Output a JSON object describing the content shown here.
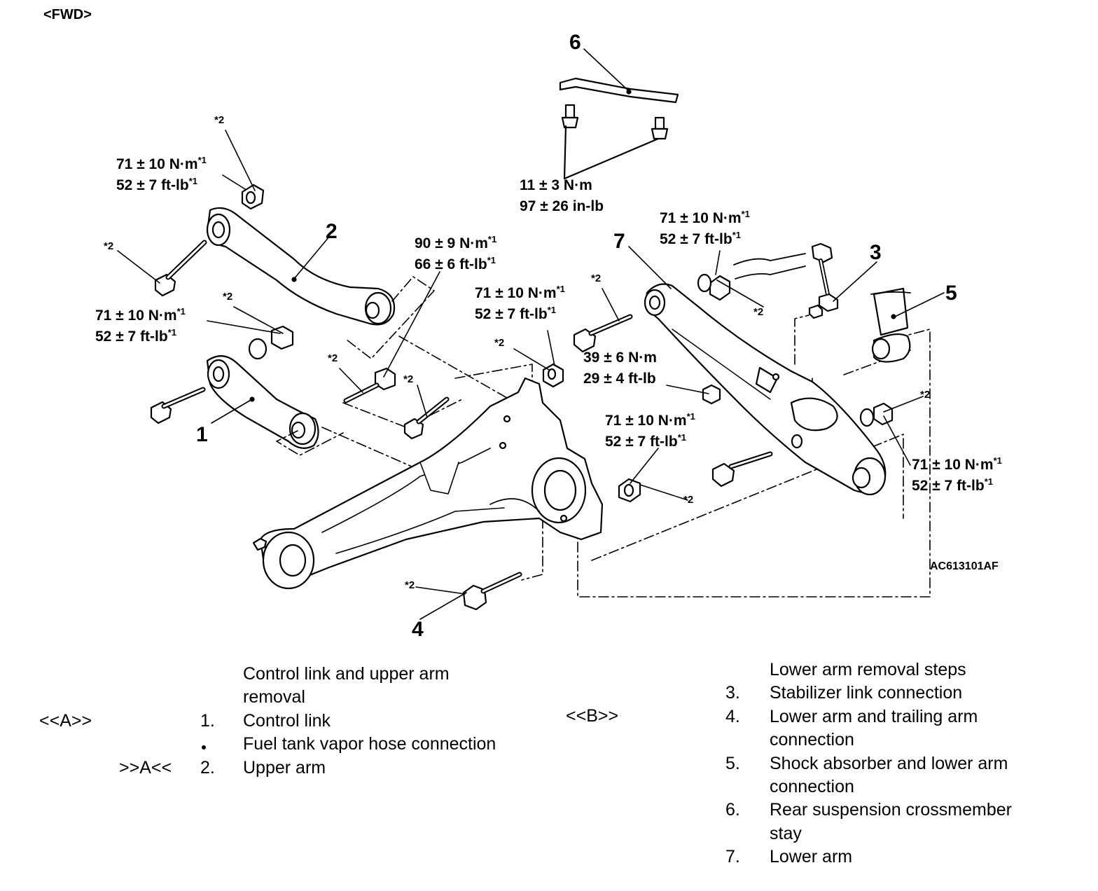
{
  "header": {
    "view": "<FWD>"
  },
  "figure_code": "AC613101AF",
  "callouts": [
    "1",
    "2",
    "3",
    "4",
    "5",
    "6",
    "7"
  ],
  "star_note": "*2",
  "torques": {
    "t1a": "71 ± 10 N·m",
    "t1b": "52 ± 7 ft-lb",
    "t2a": "71 ± 10 N·m",
    "t2b": "52 ± 7 ft-lb",
    "t3a": "90 ± 9 N·m",
    "t3b": "66 ± 6 ft-lb",
    "t4a": "71 ± 10 N·m",
    "t4b": "52 ± 7 ft-lb",
    "t5a": "11 ± 3 N·m",
    "t5b": "97 ± 26 in-lb",
    "t6a": "71 ± 10 N·m",
    "t6b": "52 ± 7 ft-lb",
    "t7a": "39 ± 6 N·m",
    "t7b": "29 ± 4 ft-lb",
    "t8a": "71 ± 10 N·m",
    "t8b": "52 ± 7 ft-lb",
    "t9a": "71 ± 10 N·m",
    "t9b": "52 ± 7 ft-lb"
  },
  "footnote_mark": "*1",
  "left_steps": {
    "title_line1": "Control link and upper arm",
    "title_line2": "removal",
    "tag_a": "<<A>>",
    "tag_b": ">>A<<",
    "item1_num": "1.",
    "item1": "Control link",
    "item_bullet": "Fuel tank vapor hose connection",
    "item2_num": "2.",
    "item2": "Upper arm"
  },
  "right_steps": {
    "title": "Lower arm removal steps",
    "tag_b": "<<B>>",
    "item3_num": "3.",
    "item3": "Stabilizer link connection",
    "item4_num": "4.",
    "item4_l1": "Lower arm and trailing arm",
    "item4_l2": "connection",
    "item5_num": "5.",
    "item5_l1": "Shock absorber and lower arm",
    "item5_l2": "connection",
    "item6_num": "6.",
    "item6_l1": "Rear suspension crossmember",
    "item6_l2": "stay",
    "item7_num": "7.",
    "item7": "Lower arm"
  }
}
